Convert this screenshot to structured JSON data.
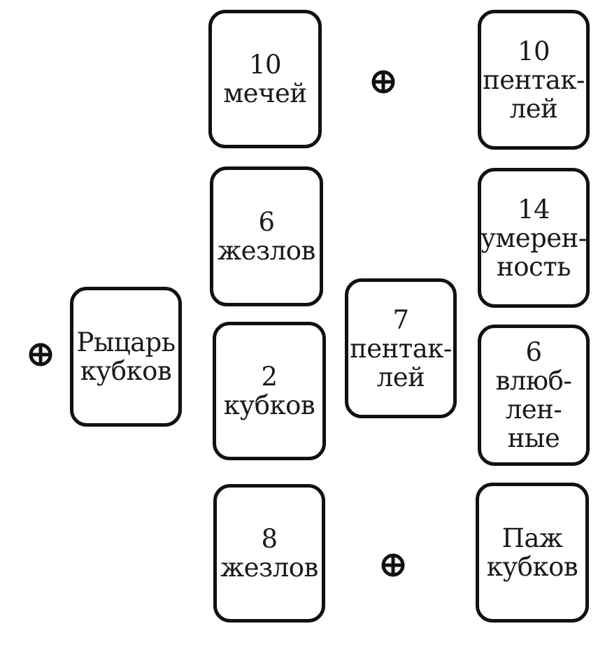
{
  "cards": {
    "ten_swords": [
      "10",
      "мечей"
    ],
    "ten_pentacles": [
      "10",
      "пентак-",
      "лей"
    ],
    "six_wands": [
      "6",
      "жезлов"
    ],
    "temperance": [
      "14",
      "умерен-",
      "ность"
    ],
    "knight_cups": [
      "Рыцарь",
      "кубков"
    ],
    "two_cups": [
      "2",
      "кубков"
    ],
    "seven_pentacles": [
      "7",
      "пентак-",
      "лей"
    ],
    "lovers": [
      "6",
      "влюб-",
      "лен-",
      "ные"
    ],
    "eight_wands": [
      "8",
      "жезлов"
    ],
    "page_cups": [
      "Паж",
      "кубков"
    ]
  },
  "markers": {
    "icon": "circled-cross-icon",
    "count": 3
  },
  "colors": {
    "ink": "#111111",
    "paper": "#ffffff"
  }
}
